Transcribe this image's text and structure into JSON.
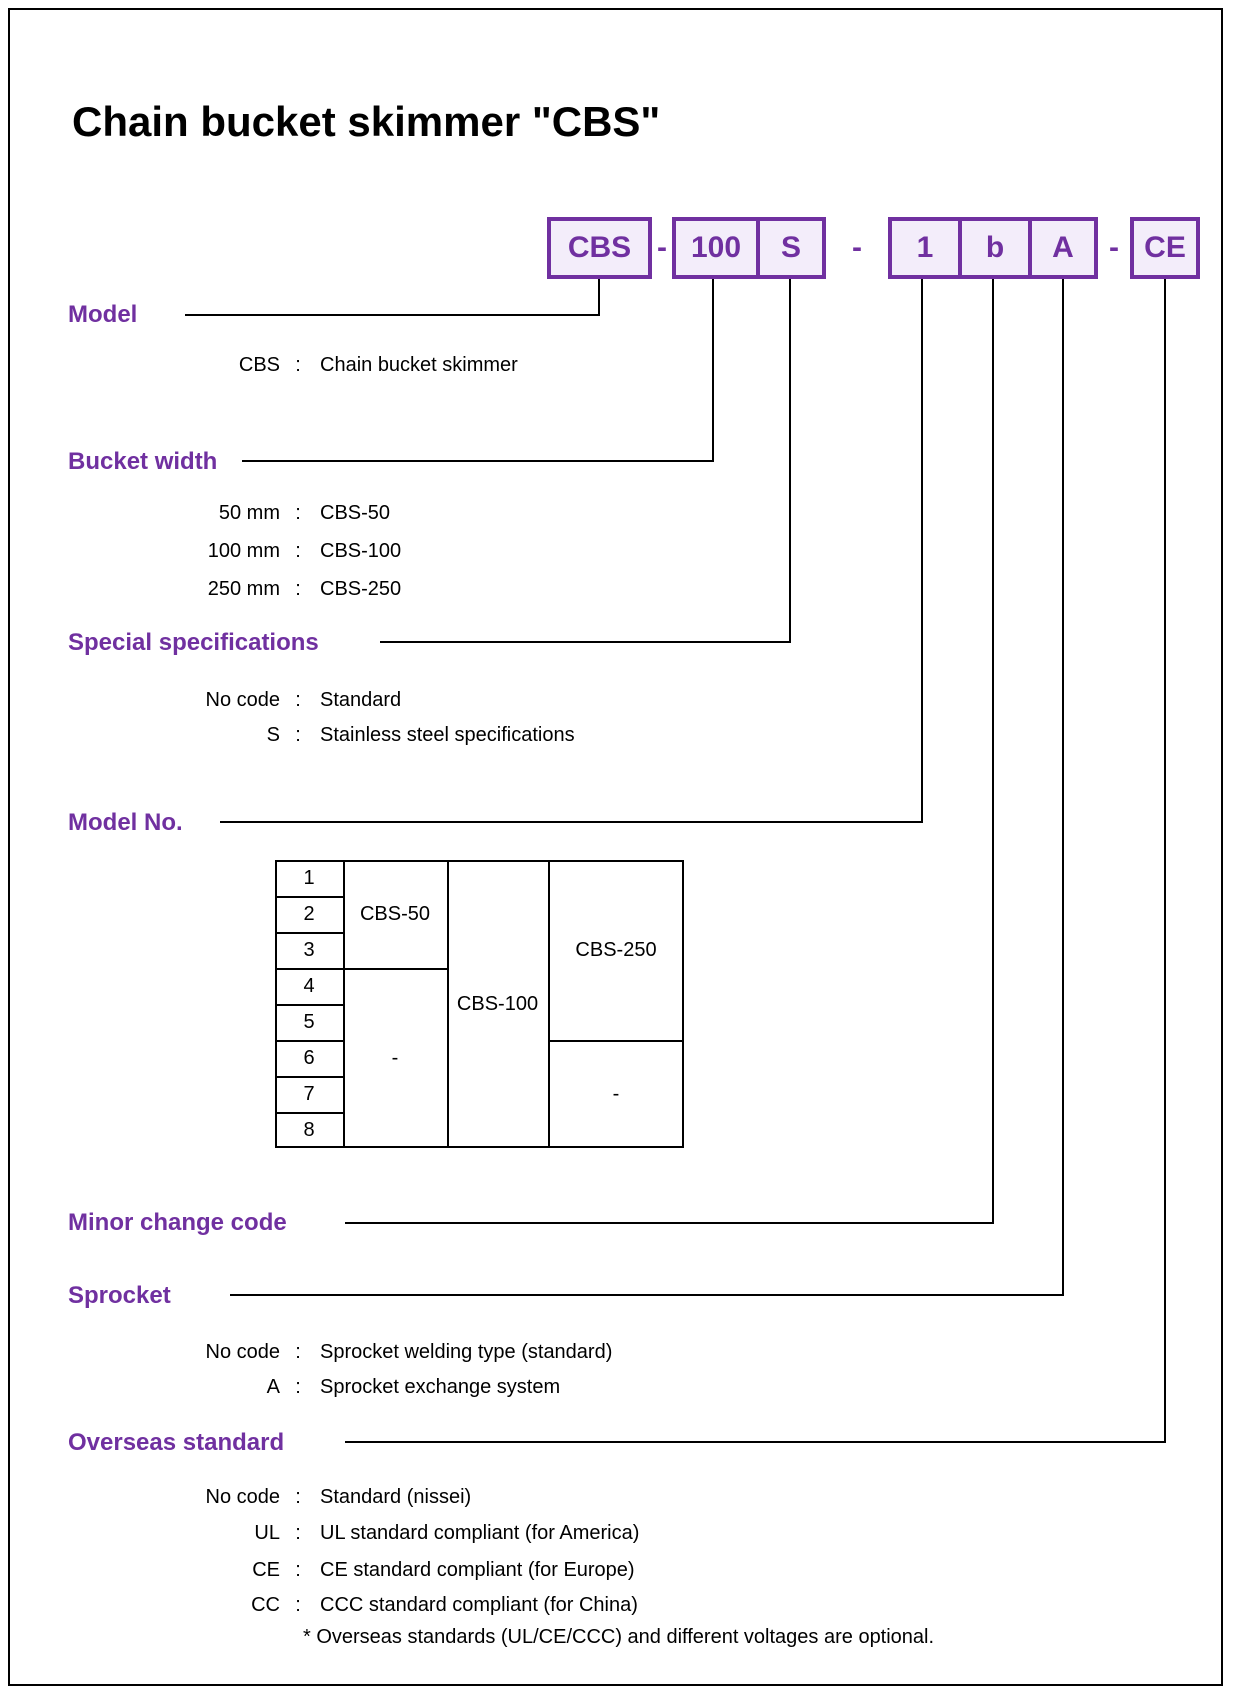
{
  "page": {
    "title": "Chain bucket skimmer \"CBS\""
  },
  "punct": {
    "colon": ":",
    "dash": "-"
  },
  "code": {
    "boxes": {
      "model": "CBS",
      "width": "100",
      "spec": "S",
      "no": "1",
      "minor": "b",
      "sprocket": "A",
      "overseas": "CE"
    }
  },
  "sections": {
    "model": {
      "label": "Model",
      "items": [
        {
          "key": "CBS",
          "value": "Chain bucket skimmer"
        }
      ]
    },
    "bucket_width": {
      "label": "Bucket width",
      "items": [
        {
          "key": "50 mm",
          "value": "CBS-50"
        },
        {
          "key": "100 mm",
          "value": "CBS-100"
        },
        {
          "key": "250 mm",
          "value": "CBS-250"
        }
      ]
    },
    "special_specs": {
      "label": "Special specifications",
      "items": [
        {
          "key": "No code",
          "value": "Standard"
        },
        {
          "key": "S",
          "value": "Stainless steel specifications"
        }
      ]
    },
    "model_no": {
      "label": "Model No."
    },
    "minor_change": {
      "label": "Minor change code"
    },
    "sprocket": {
      "label": "Sprocket",
      "items": [
        {
          "key": "No code",
          "value": "Sprocket welding type (standard)"
        },
        {
          "key": "A",
          "value": "Sprocket exchange system"
        }
      ]
    },
    "overseas": {
      "label": "Overseas standard",
      "items": [
        {
          "key": "No code",
          "value": "Standard (nissei)"
        },
        {
          "key": "UL",
          "value": "UL standard compliant (for America)"
        },
        {
          "key": "CE",
          "value": "CE standard compliant (for Europe)"
        },
        {
          "key": "CC",
          "value": "CCC standard compliant (for China)"
        }
      ],
      "footnote": "* Overseas standards (UL/CE/CCC) and different voltages are optional."
    }
  },
  "model_table": {
    "row_numbers": [
      "1",
      "2",
      "3",
      "4",
      "5",
      "6",
      "7",
      "8"
    ],
    "spans": {
      "cbs50": {
        "label": "CBS-50",
        "rows": "1-3"
      },
      "col2_dash": {
        "label": "-",
        "rows": "4-8"
      },
      "cbs100": {
        "label": "CBS-100",
        "rows": "1-8"
      },
      "cbs250": {
        "label": "CBS-250",
        "rows": "1-5"
      },
      "col4_dash": {
        "label": "-",
        "rows": "6-8"
      }
    }
  },
  "colors": {
    "accent": "#7030A0",
    "box_fill": "#F3EDFA",
    "line": "#000000"
  }
}
